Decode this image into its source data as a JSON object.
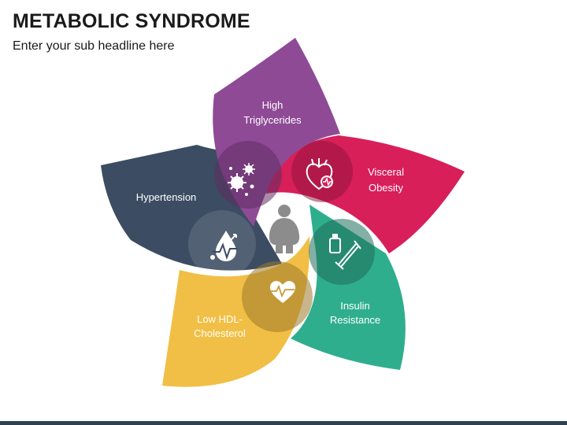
{
  "header": {
    "title": "METABOLIC SYNDROME",
    "subtitle": "Enter your sub headline here"
  },
  "segments": [
    {
      "id": "high-triglycerides",
      "line1": "High",
      "line2": "Triglycerides",
      "color": "#8e4a95",
      "icon": "virus-icon"
    },
    {
      "id": "visceral-obesity",
      "line1": "Visceral",
      "line2": "Obesity",
      "color": "#d81f5a",
      "icon": "heart-organ-icon"
    },
    {
      "id": "insulin-resistance",
      "line1": "Insulin",
      "line2": "Resistance",
      "color": "#2fae8e",
      "icon": "insulin-syringe-icon"
    },
    {
      "id": "low-hdl-cholesterol",
      "line1": "Low HDL-",
      "line2": "Cholesterol",
      "color": "#f1bf45",
      "icon": "heartbeat-icon"
    },
    {
      "id": "hypertension",
      "line1": "Hypertension",
      "line2": "",
      "color": "#3c4c62",
      "icon": "blood-pressure-icon"
    }
  ],
  "center": {
    "icon": "obese-person-icon",
    "color": "#8c8c8c"
  },
  "colors": {
    "footer": "#2e4150"
  }
}
